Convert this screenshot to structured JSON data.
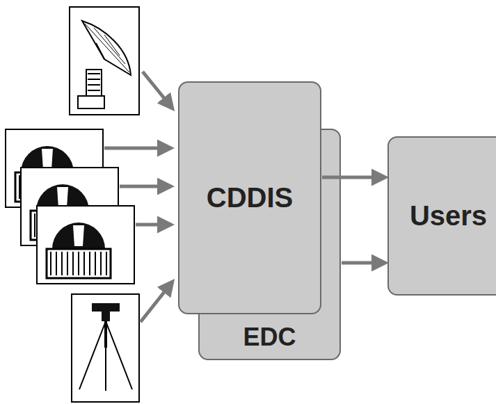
{
  "diagram": {
    "nodes": [
      {
        "text": [
          "CDDIS"
        ]
      },
      {
        "text": [
          "EDC"
        ]
      },
      {
        "text": [
          "Users"
        ]
      }
    ],
    "edges": [
      {
        "from": 0,
        "to": 2,
        "arrow": "to"
      },
      {
        "from": 1,
        "to": 2,
        "arrow": "to"
      }
    ]
  }
}
